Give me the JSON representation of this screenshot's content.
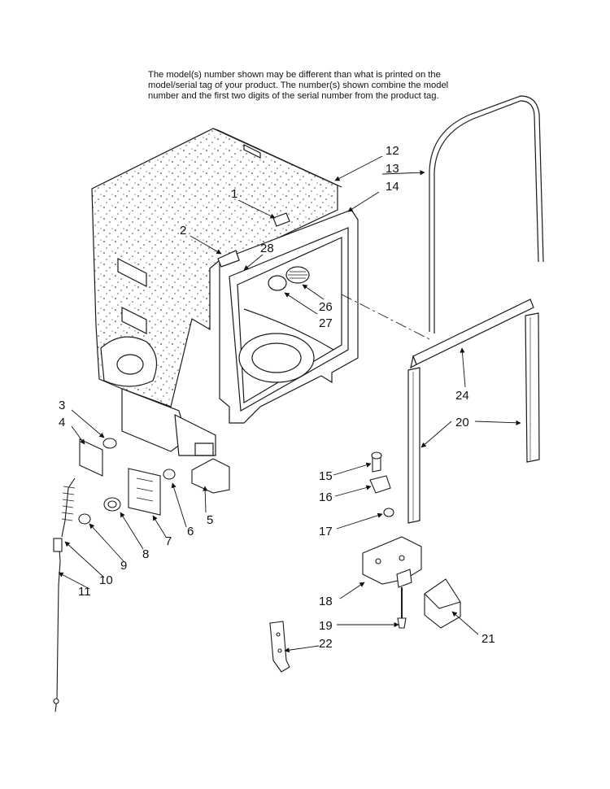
{
  "header_note": {
    "line1": "The model(s) number shown may be different than what is printed on the",
    "line2": "model/serial tag of your product. The number(s) shown combine the model",
    "line3": "number and the first two digits of the serial number from the product tag."
  },
  "callouts": {
    "c1": "1",
    "c2": "2",
    "c3": "3",
    "c4": "4",
    "c5": "5",
    "c6": "6",
    "c7": "7",
    "c8": "8",
    "c9": "9",
    "c10": "10",
    "c11": "11",
    "c12": "12",
    "c13": "13",
    "c14": "14",
    "c15": "15",
    "c16": "16",
    "c17": "17",
    "c18": "18",
    "c19": "19",
    "c20": "20",
    "c21": "21",
    "c22": "22",
    "c24": "24",
    "c26": "26",
    "c27": "27",
    "c28": "28"
  },
  "colors": {
    "line": "#1a1a1a",
    "speckle": "#444444",
    "background": "#ffffff"
  }
}
